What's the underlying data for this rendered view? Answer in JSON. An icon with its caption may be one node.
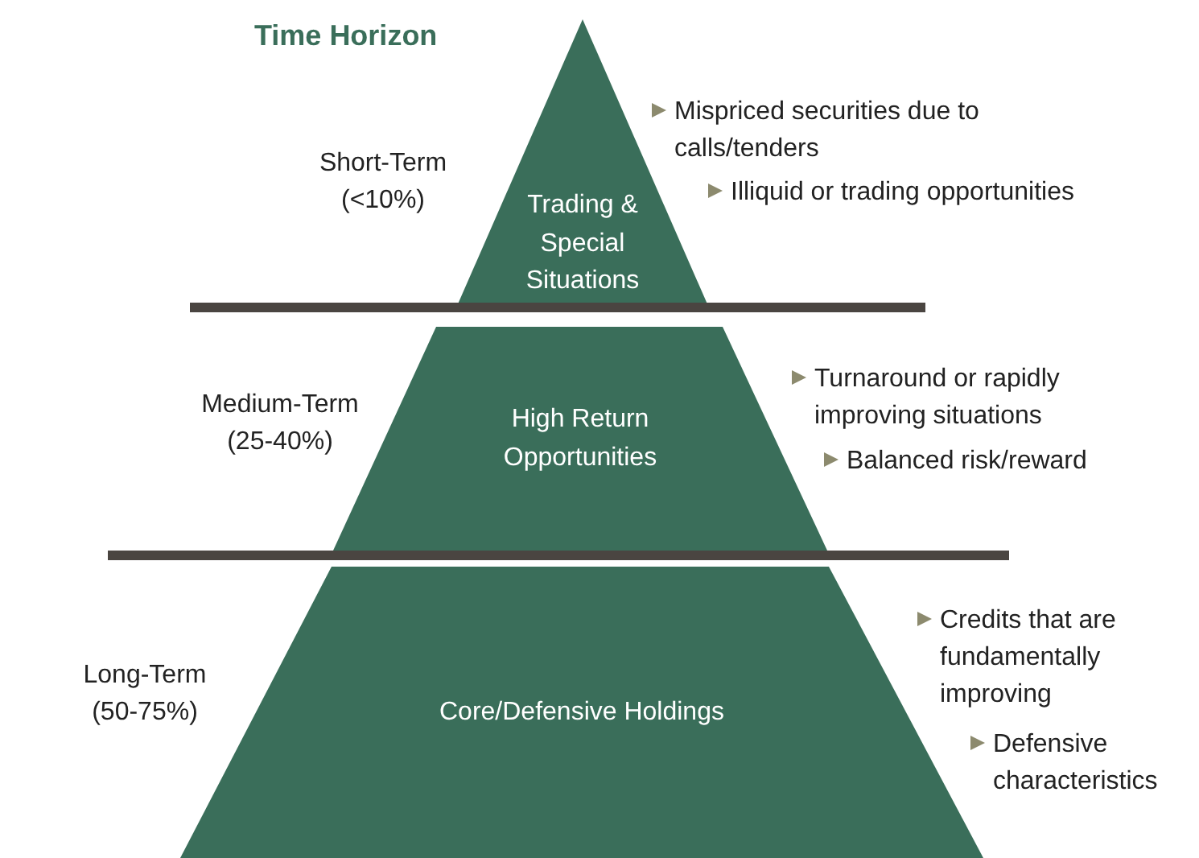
{
  "diagram": {
    "title": "Time Horizon",
    "nodes": [
      {
        "text": [
          "Trading & Special Situations"
        ],
        "beside": [
          "Short-Term (<10%)"
        ]
      },
      {
        "text": [
          "High Return Opportunities"
        ],
        "beside": [
          "Medium-Term (25-40%)"
        ]
      },
      {
        "text": [
          "Core/Defensive Holdings"
        ],
        "beside": [
          "Long-Term (50-75%)"
        ]
      }
    ],
    "labels": [
      "Mispriced securities due to calls/tenders",
      "Illiquid or trading opportunities",
      "Turnaround or rapidly improving situations",
      "Balanced risk/reward",
      "Credits that are fundamentally improving",
      "Defensive characteristics"
    ]
  }
}
